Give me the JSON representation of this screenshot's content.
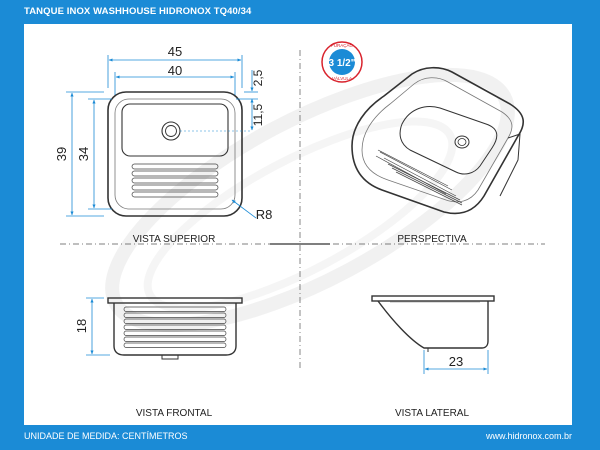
{
  "header": {
    "title": "TANQUE INOX WASHHOUSE HIDRONOX TQ40/34"
  },
  "footer": {
    "unit": "UNIDADE DE MEDIDA: CENTÍMETROS",
    "website": "www.hidronox.com.br"
  },
  "badge": {
    "value": "3 1/2\"",
    "top_text": "FURAÇÃO",
    "bottom_text": "VÁLVULA"
  },
  "views": {
    "top": "VISTA SUPERIOR",
    "perspective": "PERSPECTIVA",
    "front": "VISTA FRONTAL",
    "side": "VISTA LATERAL"
  },
  "dimensions": {
    "outer_width": "45",
    "inner_width": "40",
    "top_margin": "2,5",
    "drain_offset": "11,5",
    "outer_depth": "39",
    "inner_depth": "34",
    "radius": "R8",
    "height": "18",
    "bottom_length": "23"
  },
  "colors": {
    "frame": "#1b8bd6",
    "accent": "#1b8bd6",
    "badge_ring": "#d9232d"
  }
}
